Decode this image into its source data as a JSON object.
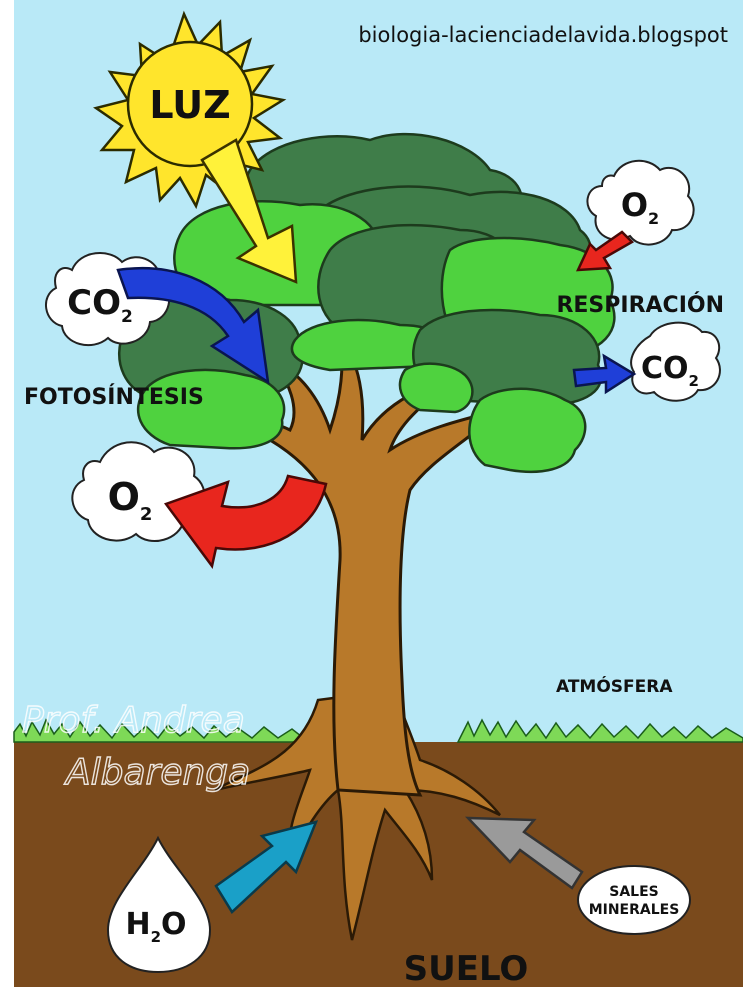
{
  "source_credit": "biologia-lacienciadelavida.blogspot",
  "watermark": {
    "line1": "Prof. Andrea",
    "line2": "Albarenga"
  },
  "sun": {
    "label": "LUZ"
  },
  "processes": {
    "photosynthesis": "FOTOSÍNTESIS",
    "respiration": "RESPIRACIÓN"
  },
  "gases": {
    "co2_in": {
      "main": "CO",
      "sub": "2"
    },
    "o2_out": {
      "main": "O",
      "sub": "2"
    },
    "o2_in": {
      "main": "O",
      "sub": "2"
    },
    "co2_out": {
      "main": "CO",
      "sub": "2"
    }
  },
  "zones": {
    "atmosphere": "ATMÓSFERA",
    "soil": "SUELO"
  },
  "water": {
    "main": "H",
    "sub": "2",
    "tail": "O"
  },
  "minerals": {
    "line1": "SALES",
    "line2": "MINERALES"
  },
  "colors": {
    "sky": "#b9e9f7",
    "soil": "#7a4a1c",
    "trunk": "#b8792a",
    "leaf_light": "#4fd23f",
    "leaf_dark": "#3f7d49",
    "sun": "#ffe52c",
    "arrow_blue": "#1f3fd8",
    "arrow_red": "#e8261e",
    "arrow_cyan": "#1aa0c8",
    "arrow_gray": "#9a9a9a"
  }
}
